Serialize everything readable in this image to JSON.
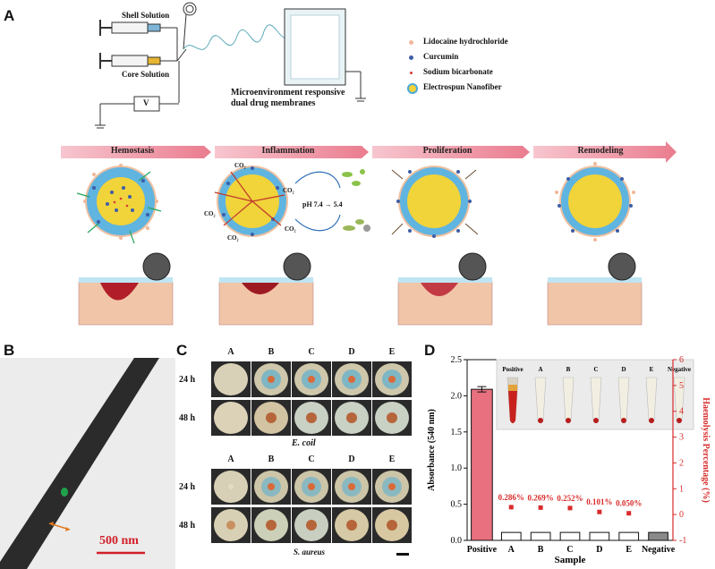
{
  "panels": {
    "a": "A",
    "b": "B",
    "c": "C",
    "d": "D"
  },
  "panel_a": {
    "shell_solution": "Shell Solution",
    "core_solution": "Core Solution",
    "voltage": "V",
    "membrane_caption_1": "Microenvironment responsive",
    "membrane_caption_2": "dual drug membranes",
    "legend": [
      {
        "label": "Lidocaine hydrochloride",
        "color": "#f0b89a"
      },
      {
        "label": "Curcumin",
        "color": "#3d5da8"
      },
      {
        "label": "Sodium bicarbonate",
        "color": "#d83a3a"
      },
      {
        "label": "Electrospun Nanofiber",
        "color": "#f3d23a"
      }
    ],
    "stages": [
      "Hemostasis",
      "Inflammation",
      "Proliferation",
      "Remodeling"
    ],
    "ph_label": "pH 7.4 → 5.4",
    "co2": "CO₂"
  },
  "panel_b": {
    "scale_bar": "500 nm"
  },
  "panel_c": {
    "columns": [
      "A",
      "B",
      "C",
      "D",
      "E"
    ],
    "rows": [
      "24 h",
      "48 h"
    ],
    "organism_1": "E. coil",
    "organism_2": "S. aureus"
  },
  "chart_data": {
    "type": "bar",
    "categories": [
      "Positive",
      "A",
      "B",
      "C",
      "D",
      "E",
      "Negative"
    ],
    "series": [
      {
        "values": [
          2.09,
          0.11,
          0.11,
          0.11,
          0.11,
          0.11,
          0.11
        ],
        "colors": [
          "#e8707f",
          "#ffffff",
          "#ffffff",
          "#ffffff",
          "#ffffff",
          "#ffffff",
          "#8a8a8a"
        ]
      }
    ],
    "haemolysis_points": {
      "categories": [
        "A",
        "B",
        "C",
        "D",
        "E"
      ],
      "values": [
        0.286,
        0.269,
        0.252,
        0.101,
        0.05
      ],
      "labels": [
        "0.286%",
        "0.269%",
        "0.252%",
        "0.101%",
        "0.050%"
      ]
    },
    "xlabel": "Sample",
    "ylabel": "Absorbance (540 nm)",
    "y2label": "Haemolysis Percentage (%)",
    "ylim": [
      0,
      2.5
    ],
    "yticks": [
      "0.0",
      "0.5",
      "1.0",
      "1.5",
      "2.0",
      "2.5"
    ],
    "y2lim": [
      -1,
      6
    ],
    "y2ticks": [
      "-1",
      "0",
      "1",
      "2",
      "3",
      "4",
      "5",
      "6"
    ],
    "inset_labels": [
      "Positive",
      "A",
      "B",
      "C",
      "D",
      "E",
      "Negative"
    ],
    "accent": "#d92b2b"
  }
}
